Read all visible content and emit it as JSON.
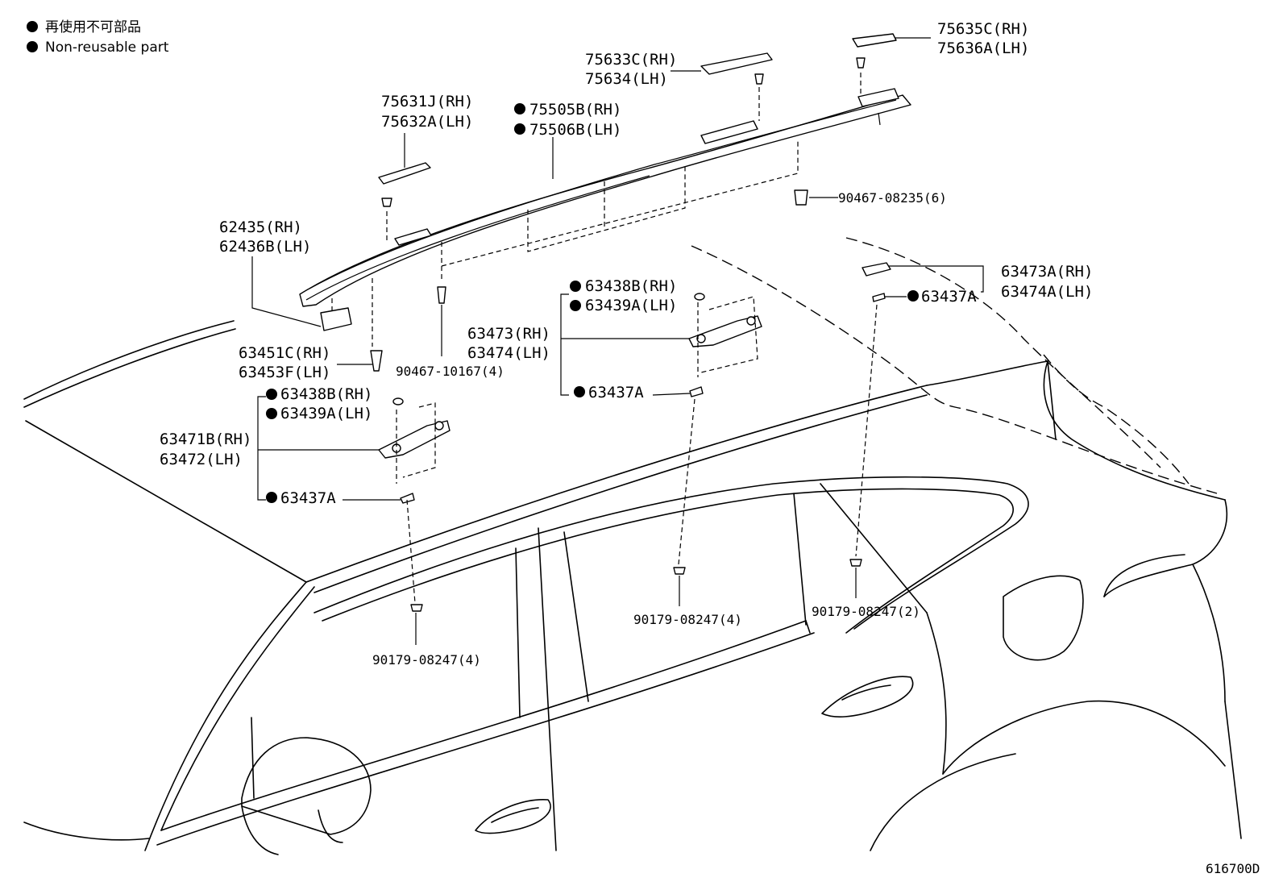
{
  "legend": {
    "japanese": "再使用不可部品",
    "english": "Non-reusable part"
  },
  "figure_code": "616700D",
  "labels": {
    "p75635": "75635C(RH)",
    "p75636": "75636A(LH)",
    "p75633": "75633C(RH)",
    "p75634": "75634(LH)",
    "p75631": "75631J(RH)",
    "p75632": "75632A(LH)",
    "p75505": "75505B(RH)",
    "p75506": "75506B(LH)",
    "p90467_08235": "90467-08235(6)",
    "p62435": "62435(RH)",
    "p62436": "62436B(LH)",
    "p63473a": "63473A(RH)",
    "p63474a": "63474A(LH)",
    "p63437a_right": "63437A",
    "p63438b_mid": "63438B(RH)",
    "p63439a_mid": "63439A(LH)",
    "p63473": "63473(RH)",
    "p63474": "63474(LH)",
    "p63437a_mid": "63437A",
    "p63451": "63451C(RH)",
    "p63453": "63453F(LH)",
    "p90467_10167": "90467-10167(4)",
    "p63438b_left": "63438B(RH)",
    "p63439a_left": "63439A(LH)",
    "p63471": "63471B(RH)",
    "p63472": "63472(LH)",
    "p63437a_left": "63437A",
    "p90179_left": "90179-08247(4)",
    "p90179_mid": "90179-08247(4)",
    "p90179_right": "90179-08247(2)"
  }
}
